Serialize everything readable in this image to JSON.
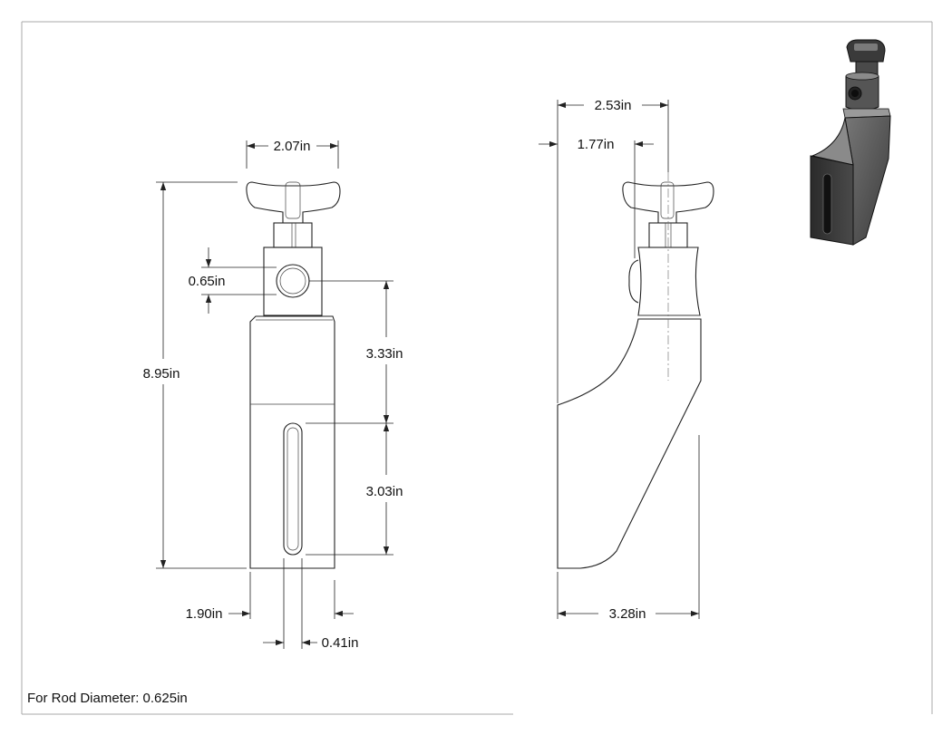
{
  "dimensions": {
    "knob_width": "2.07in",
    "overall_height": "8.95in",
    "hole_diameter": "0.65in",
    "upper_height": "3.33in",
    "slot_length": "3.03in",
    "base_width": "1.90in",
    "slot_width": "0.41in",
    "side_knob_offset": "2.53in",
    "side_axis_offset": "1.77in",
    "side_depth": "3.28in"
  },
  "note": "For Rod Diameter: 0.625in"
}
